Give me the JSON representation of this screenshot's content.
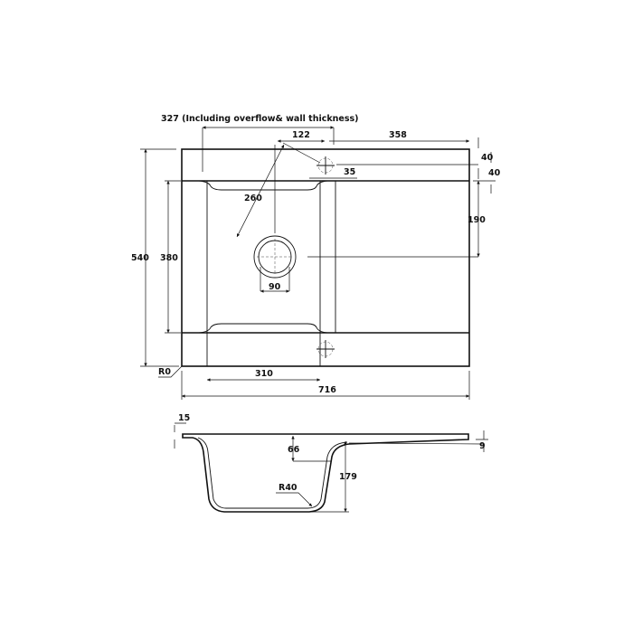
{
  "top_view": {
    "overall_width": "716",
    "overall_depth": "540",
    "bowl_depth": "380",
    "bowl_width": "310",
    "bowl_width_incl": "327 (Including overflow& wall thickness)",
    "waste_offset": "122",
    "drainer_width": "358",
    "front_rim": "40",
    "overflow_offset": "40",
    "overflow_width": "35",
    "waste_from_bowl_top": "190",
    "waste_diameter": "90",
    "waste_distance": "260",
    "corner_radius": "R0"
  },
  "side_view": {
    "rim_thickness": "15",
    "waste_depth": "66",
    "bowl_height": "179",
    "bowl_radius": "R40",
    "drainer_slope": "9"
  }
}
